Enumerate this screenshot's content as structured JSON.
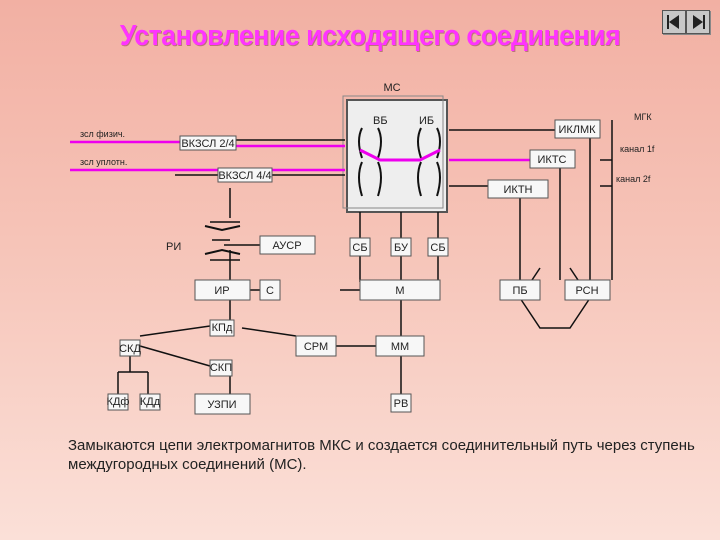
{
  "title": "Установление исходящего соединения",
  "caption": "Замыкаются цепи электромагнитов МКС и создается соединительный путь через ступень междугородных соединений (МС).",
  "diagram": {
    "ms": "МС",
    "vb": "ВБ",
    "ib": "ИБ",
    "mgk": "МГК",
    "iklmk": "ИКЛМК",
    "kanal1": "канал 1f",
    "ikts": "ИКТС",
    "kanal2": "канал 2f",
    "iktn": "ИКТН",
    "zsl_fiz": "зсл физич.",
    "zsl_uplotn": "зсл уплотн.",
    "vkzsl24": "ВКЗСЛ 2/4",
    "vkzsl44": "ВКЗСЛ 4/4",
    "ri": "РИ",
    "ausr": "АУСР",
    "sb1": "СБ",
    "bu": "БУ",
    "sb2": "СБ",
    "ir": "ИР",
    "s": "С",
    "m": "М",
    "pb": "ПБ",
    "rsn": "РСН",
    "kpd": "КПд",
    "srm": "СРМ",
    "mm": "ММ",
    "skd": "СКД",
    "skp": "СКП",
    "kdf": "КДф",
    "kdd": "КДд",
    "uzpi": "УЗПИ",
    "rv": "РВ"
  }
}
